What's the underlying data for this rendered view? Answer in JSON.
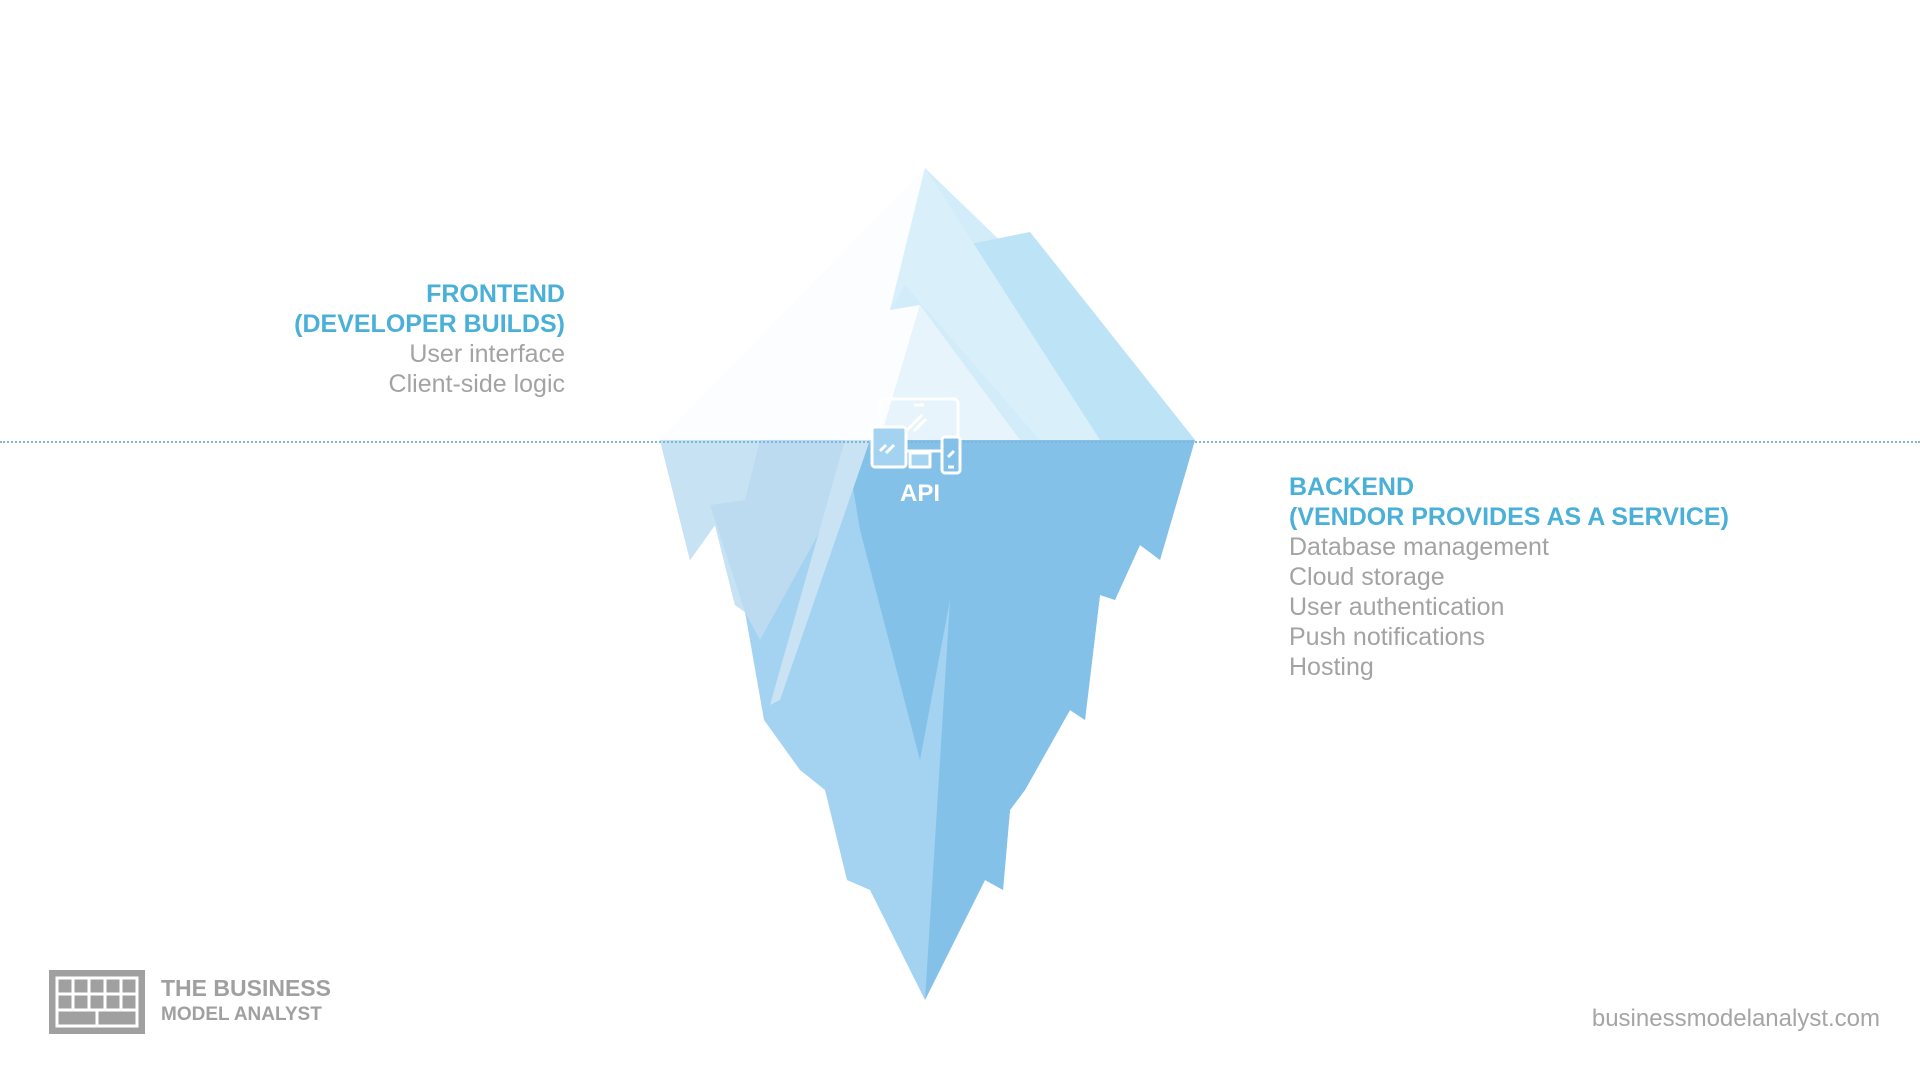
{
  "frontend": {
    "heading_line1": "FRONTEND",
    "heading_line2": "(DEVELOPER BUILDS)",
    "items": [
      "User interface",
      "Client-side logic"
    ]
  },
  "backend": {
    "heading_line1": "BACKEND",
    "heading_line2": "(VENDOR PROVIDES AS A SERVICE)",
    "items": [
      "Database management",
      "Cloud storage",
      "User authentication",
      "Push notifications",
      "Hosting"
    ]
  },
  "api": {
    "label": "API",
    "icon": "devices-icon"
  },
  "brand": {
    "line1": "THE BUSINESS",
    "line2": "MODEL ANALYST",
    "icon": "grid-logo-icon",
    "website": "businessmodelanalyst.com"
  },
  "colors": {
    "heading": "#4ab0d8",
    "text": "#a3a3a3",
    "ice_light": "#d2ebf8",
    "ice_mid": "#a4d3f2",
    "ice_dark": "#84c1e8",
    "waterline": "#7fb6d8"
  }
}
